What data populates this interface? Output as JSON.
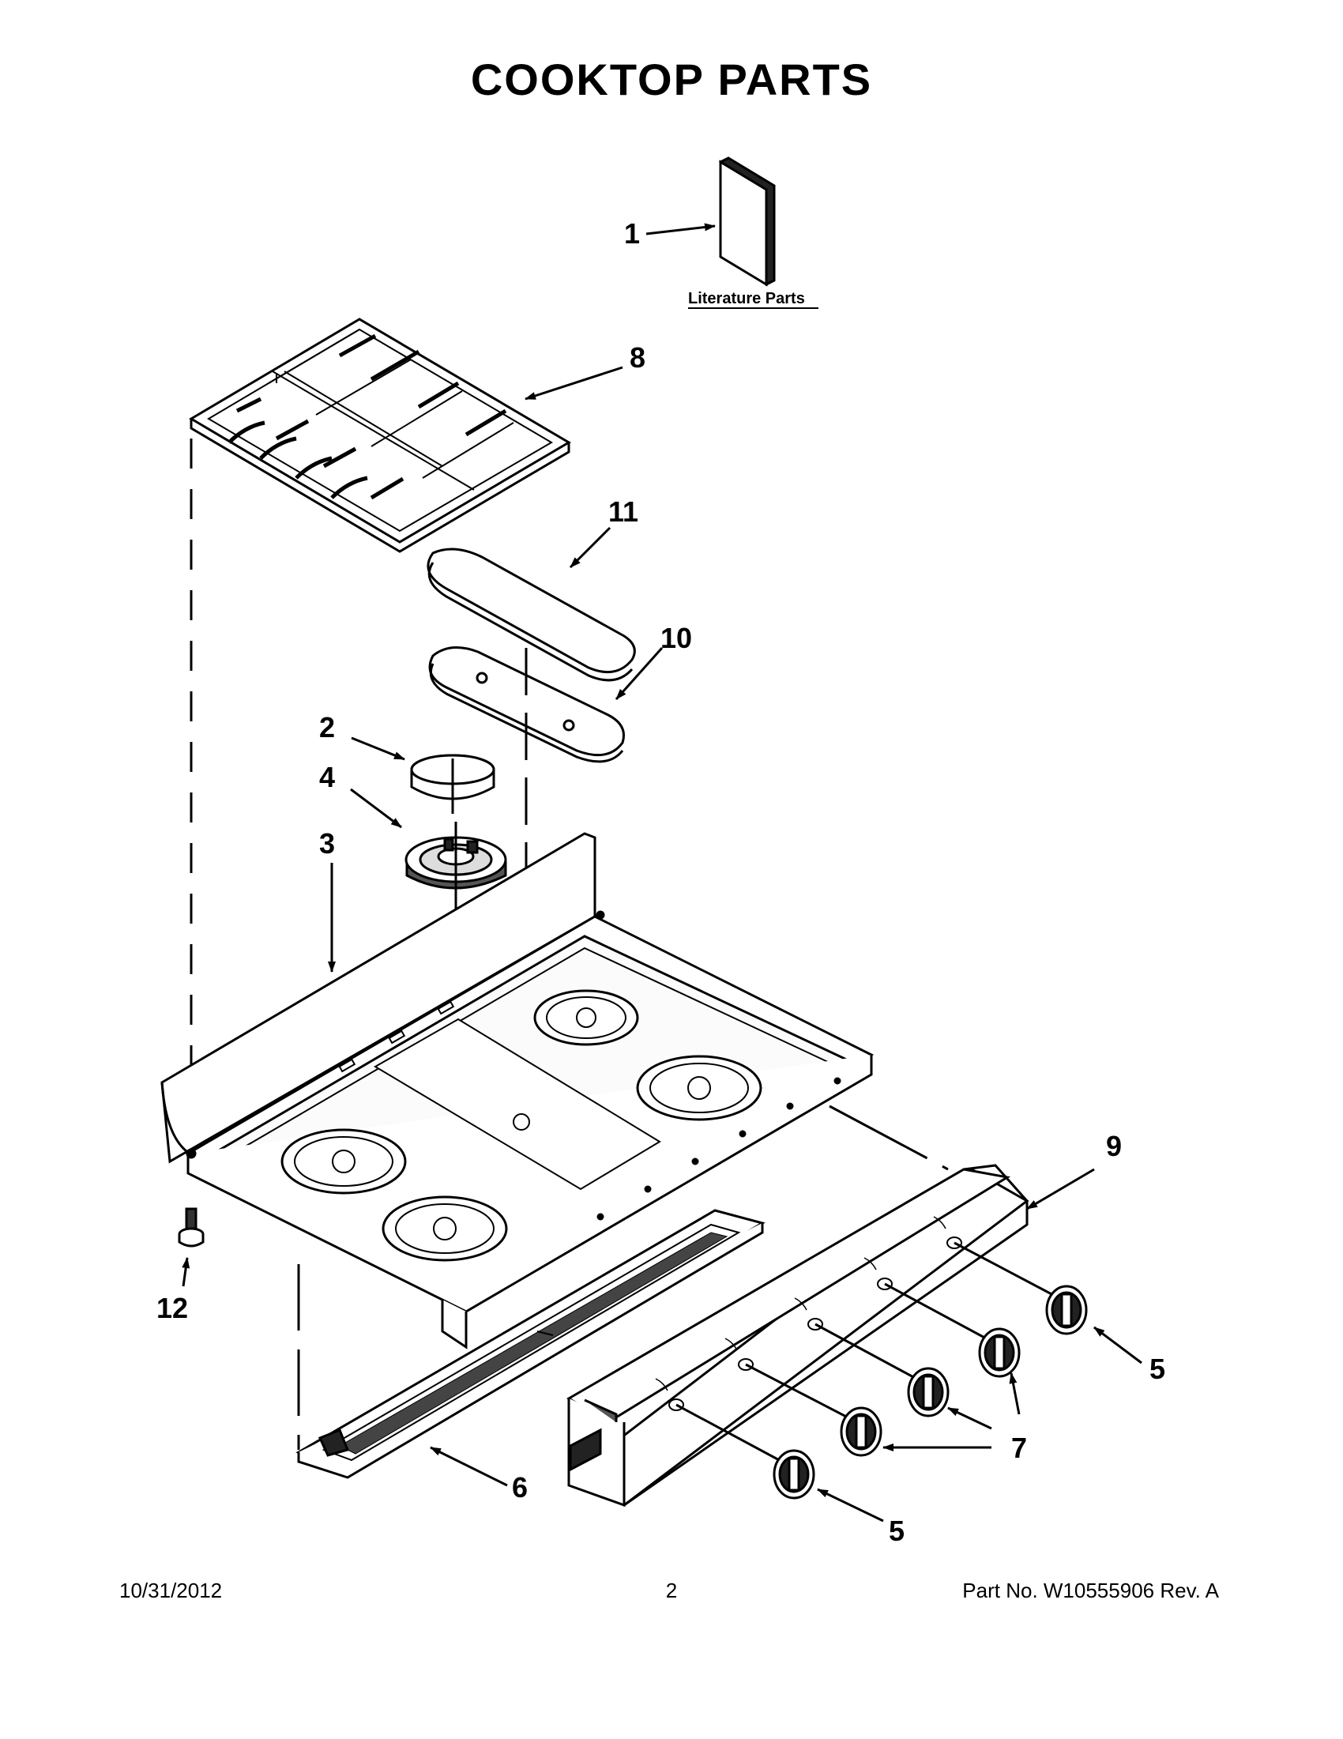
{
  "title": "COOKTOP PARTS",
  "literature_label": "Literature Parts",
  "callouts": {
    "c1": "1",
    "c2": "2",
    "c3": "3",
    "c4": "4",
    "c5a": "5",
    "c5b": "5",
    "c6": "6",
    "c7": "7",
    "c8": "8",
    "c9": "9",
    "c10": "10",
    "c11": "11",
    "c12": "12"
  },
  "footer": {
    "date": "10/31/2012",
    "page": "2",
    "part_no": "Part No.  W10555906  Rev.  A"
  }
}
